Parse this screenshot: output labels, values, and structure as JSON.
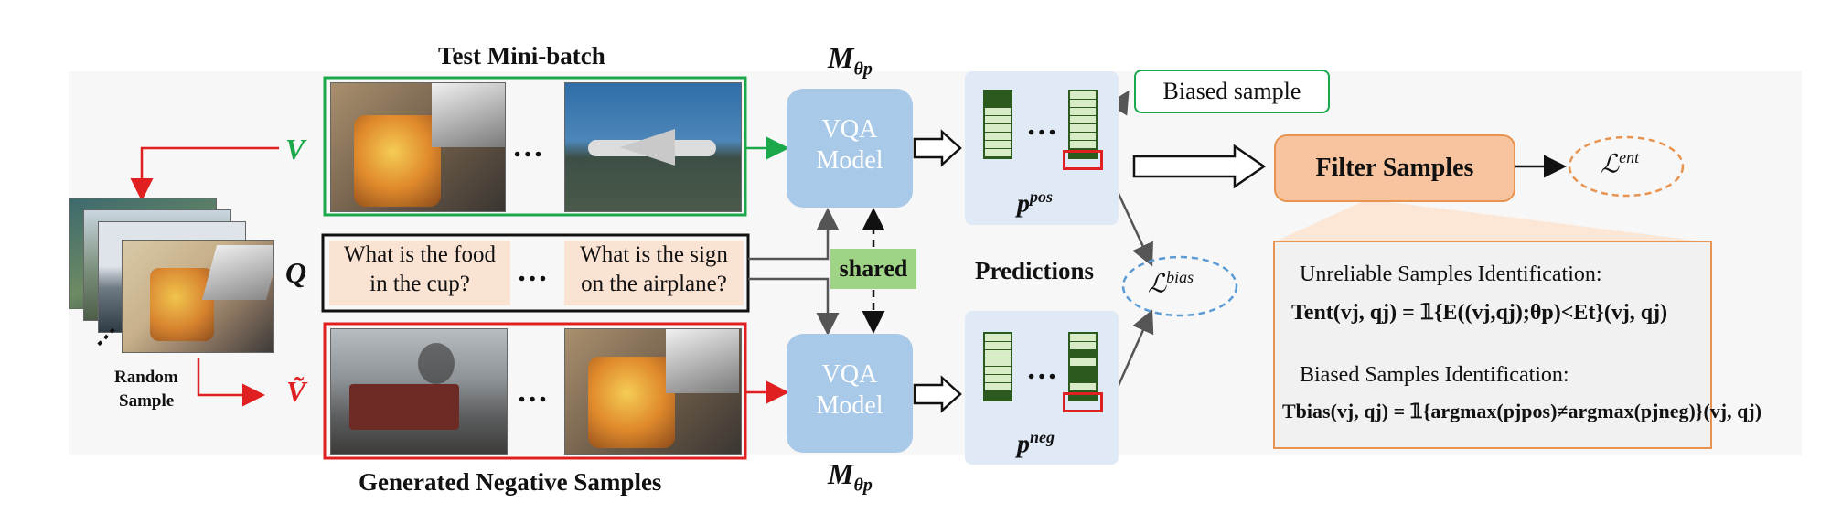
{
  "labels": {
    "test_minibatch": "Test Mini-batch",
    "generated_negative": "Generated Negative Samples",
    "random_sample_1": "Random",
    "random_sample_2": "Sample",
    "v": "V",
    "v_tilde": "Ṽ",
    "q": "Q",
    "shared": "shared",
    "predictions": "Predictions",
    "vqa_line1": "VQA",
    "vqa_line2": "Model",
    "m_theta": "M",
    "m_theta_sub": "θp",
    "p_pos": "p",
    "p_pos_sup": "pos",
    "p_neg": "p",
    "p_neg_sup": "neg",
    "biased_sample": "Biased sample",
    "filter_samples": "Filter Samples",
    "l_ent": "ℒ",
    "l_ent_sup": "ent",
    "l_bias": "ℒ",
    "l_bias_sup": "bias",
    "ellipsis": "…"
  },
  "questions": [
    {
      "line1": "What is the food",
      "line2": "in the cup?"
    },
    {
      "line1": "What is the sign",
      "line2": "on the airplane?"
    }
  ],
  "formula_box": {
    "unreliable_title": "Unreliable Samples Identification:",
    "unreliable_formula": "Tent(vj, qj) = 𝟙{E((vj,qj);θp)<Et}(vj, qj)",
    "biased_title": "Biased Samples Identification:",
    "biased_formula": "Tbias(vj, qj) = 𝟙{argmax(pjpos)≠argmax(pjneg)}(vj, qj)"
  },
  "colors": {
    "green": "#1aa84a",
    "red": "#e02020",
    "vqa_blue": "#a9c9e8",
    "pred_panel": "#dfeaf6",
    "filter_orange": "#f8c39f",
    "orange_border": "#e8934f",
    "question_bg": "#fbe3d3",
    "shared_green": "#9fd386",
    "dark_green": "#2c5a1e",
    "light_green": "#d8ecc8",
    "blue_dash": "#5b9bd5"
  }
}
